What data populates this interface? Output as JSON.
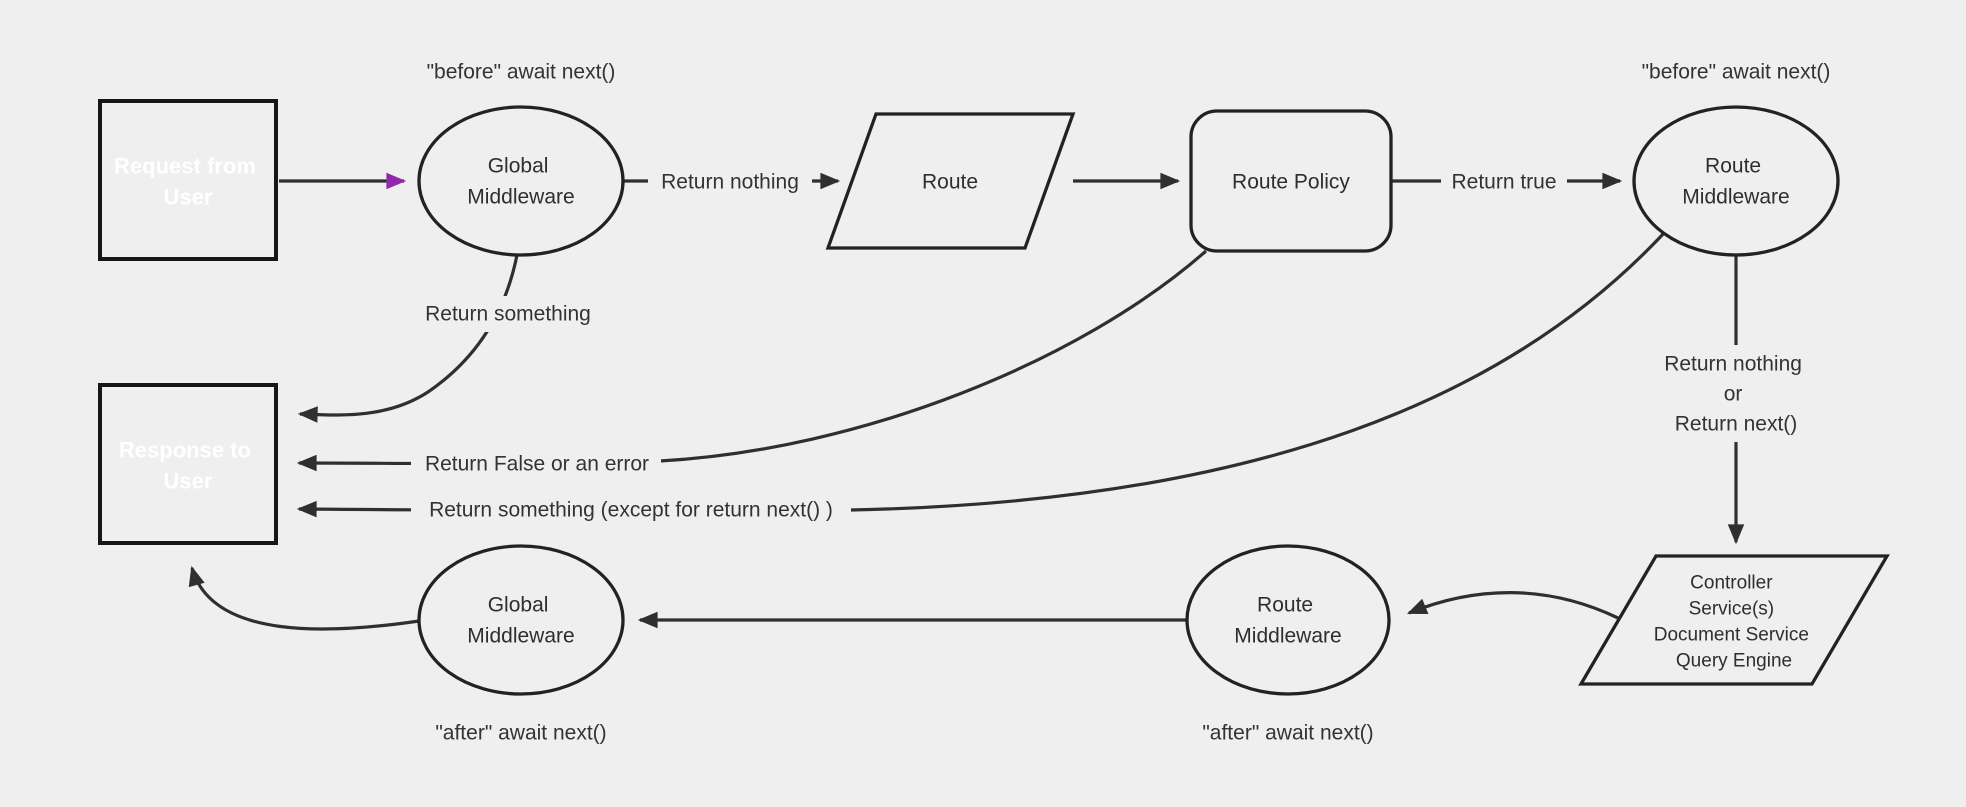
{
  "diagram_title": "request-response middleware flow",
  "colors": {
    "background": "#efefef",
    "purple_fill": "#8b23a8",
    "purple_arrow": "#9327ae",
    "shape_stroke": "#222222",
    "edge_stroke": "#2f2f2f",
    "label_text": "#333333",
    "box_text": "#ffffff"
  },
  "nodes": {
    "request": {
      "lines": [
        "Request from",
        "User"
      ]
    },
    "global_middleware_top": {
      "lines": [
        "Global",
        "Middleware"
      ]
    },
    "route": {
      "label": "Route"
    },
    "route_policy": {
      "label": "Route Policy"
    },
    "route_middleware_top": {
      "lines": [
        "Route",
        "Middleware"
      ]
    },
    "controller": {
      "lines": [
        "Controller",
        "Service(s)",
        "Document Service",
        "Query Engine"
      ]
    },
    "route_middleware_bottom": {
      "lines": [
        "Route",
        "Middleware"
      ]
    },
    "global_middleware_bottom": {
      "lines": [
        "Global",
        "Middleware"
      ]
    },
    "response": {
      "lines": [
        "Response to",
        "User"
      ]
    }
  },
  "annotations": {
    "before_await_left": "\"before\" await next()",
    "before_await_right": "\"before\" await next()",
    "after_await_left": "\"after\" await next()",
    "after_await_right": "\"after\" await next()"
  },
  "edge_labels": {
    "return_nothing": "Return nothing",
    "return_true": "Return true",
    "return_something": "Return something",
    "return_false": "Return False or an error",
    "return_something_except": "Return something (except for return next() )",
    "return_nothing_or": [
      "Return nothing",
      "or",
      "Return next()"
    ]
  }
}
